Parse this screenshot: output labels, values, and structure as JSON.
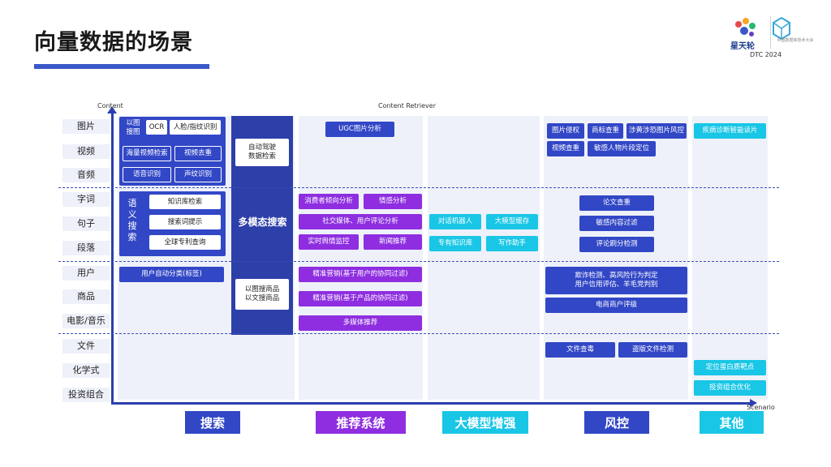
{
  "title": "向量数据的场景",
  "logos": {
    "brand": "星天轮",
    "event": "DTC 2024",
    "org": "中国数据库技术大会"
  },
  "axis": {
    "y_label": "Content",
    "x_label": "Scenario",
    "top_label": "Content Retriever"
  },
  "rows": [
    "图片",
    "视频",
    "音频",
    "字词",
    "句子",
    "段落",
    "用户",
    "商品",
    "电影/音乐",
    "文件",
    "化学式",
    "投资组合"
  ],
  "search": {
    "img_search": "以图\n搜图",
    "ocr": "OCR",
    "face": "人脸/指纹识别",
    "video_search": "海量视频检索",
    "video_dedup": "视频去重",
    "speech": "语音识别",
    "voiceprint": "声纹识别",
    "semantic": "语\n义\n搜\n索",
    "kb_search": "知识库检索",
    "query_hint": "搜索词提示",
    "patent": "全球专利查询",
    "user_classify": "用户自动分类(标签)",
    "auto_drive": "自动驾驶\n数据检索",
    "multimodal": "多模态搜索",
    "goods_search": "以图搜商品\n以文搜商品"
  },
  "recommend": {
    "ugc": "UGC图片分析",
    "consumer": "消费者倾向分析",
    "sentiment": "情感分析",
    "social": "社交媒体、用户评论分析",
    "public_opinion": "实时舆情监控",
    "news": "新闻推荐",
    "user_cf": "精准营销(基于用户的协同过滤)",
    "item_cf": "精准营销(基于产品的协同过滤)",
    "media": "多媒体推荐"
  },
  "llm": {
    "chatbot": "对话机器人",
    "cache": "大模型缓存",
    "kb": "专有知识库",
    "writing": "写作助手"
  },
  "risk": {
    "img_copyright": "图片侵权",
    "trademark": "商标查重",
    "porn": "涉黄涉恐图片风控",
    "video_dedup": "视频查重",
    "sensitive_person": "敏感人物片段定位",
    "paper": "论文查重",
    "sensitive_filter": "敏感内容过滤",
    "review_detect": "评论刷分检测",
    "fraud": "欺诈检测、高风险行为判定\n用户信用评估、羊毛党判别",
    "merchant": "电商商户评级",
    "file_dedup": "文件查毒",
    "piracy": "盗版文件检测"
  },
  "other": {
    "medical": "疾病诊断智能读片",
    "molecule": "定位蛋白质靶点",
    "portfolio": "投资组合优化"
  },
  "categories": [
    "搜索",
    "推荐系统",
    "大模型增强",
    "风控",
    "其他"
  ],
  "colors": {
    "blue": "#3247c6",
    "purple": "#8e2ee0",
    "cyan": "#19c6e6",
    "dark": "#2d3fa8"
  }
}
